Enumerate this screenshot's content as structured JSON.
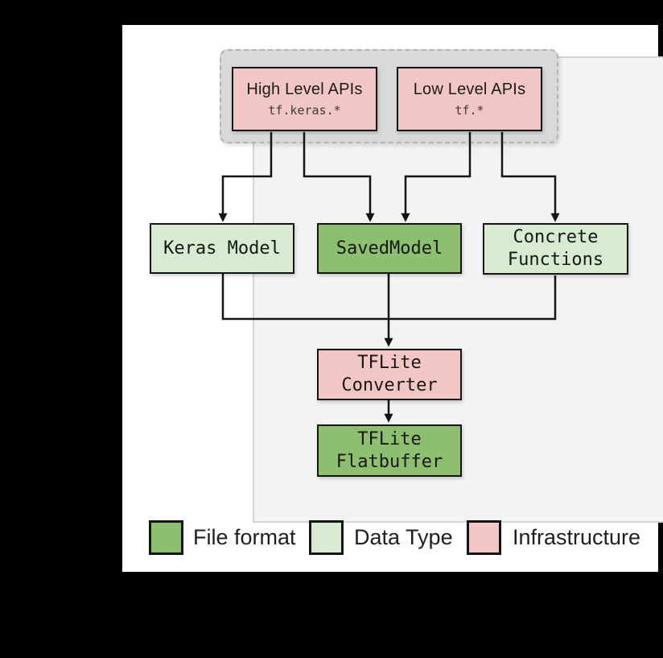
{
  "diagram": {
    "nodes": {
      "high_level_apis": {
        "title": "High Level APIs",
        "code": "tf.keras.*",
        "type": "infrastructure"
      },
      "low_level_apis": {
        "title": "Low Level APIs",
        "code": "tf.*",
        "type": "infrastructure"
      },
      "keras_model": {
        "title": "Keras Model",
        "type": "data_type"
      },
      "saved_model": {
        "title": "SavedModel",
        "type": "file_format"
      },
      "concrete_functions": {
        "line1": "Concrete",
        "line2": "Functions",
        "type": "data_type"
      },
      "tflite_converter": {
        "line1": "TFLite",
        "line2": "Converter",
        "type": "infrastructure"
      },
      "tflite_flatbuffer": {
        "line1": "TFLite",
        "line2": "Flatbuffer",
        "type": "file_format"
      }
    },
    "colors": {
      "file_format": "#8ebf70",
      "data_type": "#d9ead3",
      "infrastructure": "#f3c6c6",
      "group_container_fill": "#d9d9d9",
      "panel_fill": "#f3f3f3",
      "line": "#141414"
    },
    "legend": [
      {
        "label": "File format",
        "color": "#8ebf70"
      },
      {
        "label": "Data Type",
        "color": "#d9ead3"
      },
      {
        "label": "Infrastructure",
        "color": "#f3c6c6"
      }
    ]
  }
}
